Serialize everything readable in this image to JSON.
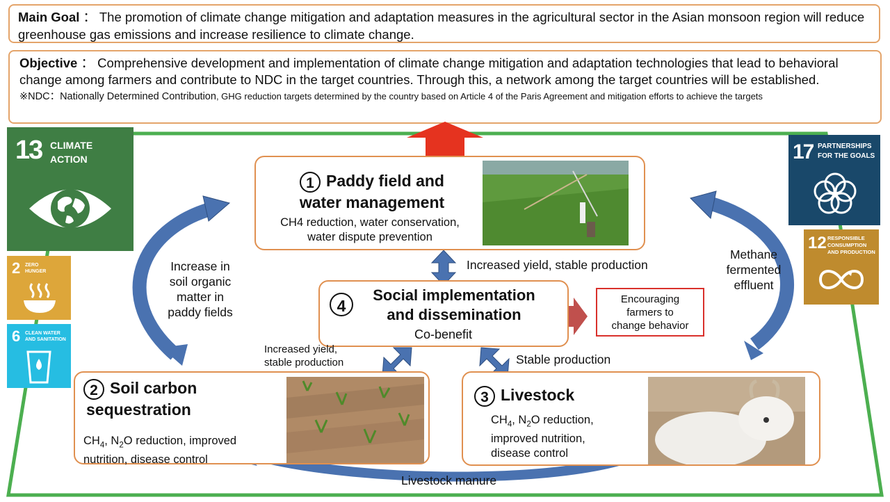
{
  "main_goal": {
    "label": "Main Goal",
    "sep": "：",
    "text": "The promotion of climate change mitigation and adaptation measures in the agricultural sector in the Asian monsoon region will reduce greenhouse gas emissions and increase resilience to climate change."
  },
  "objective": {
    "label": "Objective",
    "sep": "：",
    "text": "Comprehensive development and implementation of climate change mitigation and adaptation technologies that lead to behavioral change among farmers and contribute to NDC in the target countries. Through this, a network among the target countries will be established.",
    "note_lead": "※NDC：Nationally Determined Contribution",
    "note_text": ", GHG reduction targets determined by the country based on Article 4 of the Paris Agreement and mitigation efforts to achieve the targets"
  },
  "sdgs": {
    "sdg13": {
      "number": "13",
      "line1": "CLIMATE",
      "line2": "ACTION",
      "color": "#3f7e44"
    },
    "sdg2": {
      "number": "2",
      "line1": "ZERO",
      "line2": "HUNGER",
      "color": "#dda63a"
    },
    "sdg6": {
      "number": "6",
      "line1": "CLEAN WATER",
      "line2": "AND SANITATION",
      "color": "#26bde2"
    },
    "sdg17": {
      "number": "17",
      "line1": "PARTNERSHIPS",
      "line2": "FOR THE GOALS",
      "color": "#19486a"
    },
    "sdg12": {
      "number": "12",
      "line1": "RESPONSIBLE",
      "line2": "CONSUMPTION",
      "line3": "AND PRODUCTION",
      "color": "#bf8b2e"
    }
  },
  "cards": {
    "paddy": {
      "num": "1",
      "title1": "Paddy field and",
      "title2": "water management",
      "body1": "CH4 reduction, water conservation,",
      "body2": "water dispute prevention"
    },
    "social": {
      "num": "4",
      "title1": "Social implementation",
      "title2": "and dissemination",
      "body": "Co-benefit"
    },
    "soil": {
      "num": "2",
      "title1": "Soil carbon",
      "title2": "sequestration",
      "body_ch": "CH",
      "body_sub4": "4",
      "body_n": ", N",
      "body_sub2": "2",
      "body_rest": "O reduction, improved",
      "body2": "nutrition, disease control"
    },
    "livestock": {
      "num": "3",
      "title": "Livestock",
      "body_ch": "CH",
      "body_sub4": "4",
      "body_n": ", N",
      "body_sub2": "2",
      "body_rest": "O reduction,",
      "body2": "improved nutrition,",
      "body3": "disease control"
    }
  },
  "labels": {
    "soil_organic": [
      "Increase in",
      "soil organic",
      "matter in",
      "paddy fields"
    ],
    "yield_top": "Increased yield, stable production",
    "yield_left": [
      "Increased yield,",
      "stable production"
    ],
    "stable": "Stable production",
    "methane": [
      "Methane",
      "fermented",
      "effluent"
    ],
    "manure": "Livestock manure",
    "encourage": [
      "Encouraging",
      "farmers to",
      "change behavior"
    ]
  },
  "colors": {
    "frame_green": "#4caf50",
    "card_border": "#e09050",
    "arrow_blue": "#4a72b0",
    "arrow_red": "#e5331f",
    "encourage_red": "#d9302b",
    "arrow_brown_red": "#c0504d"
  }
}
